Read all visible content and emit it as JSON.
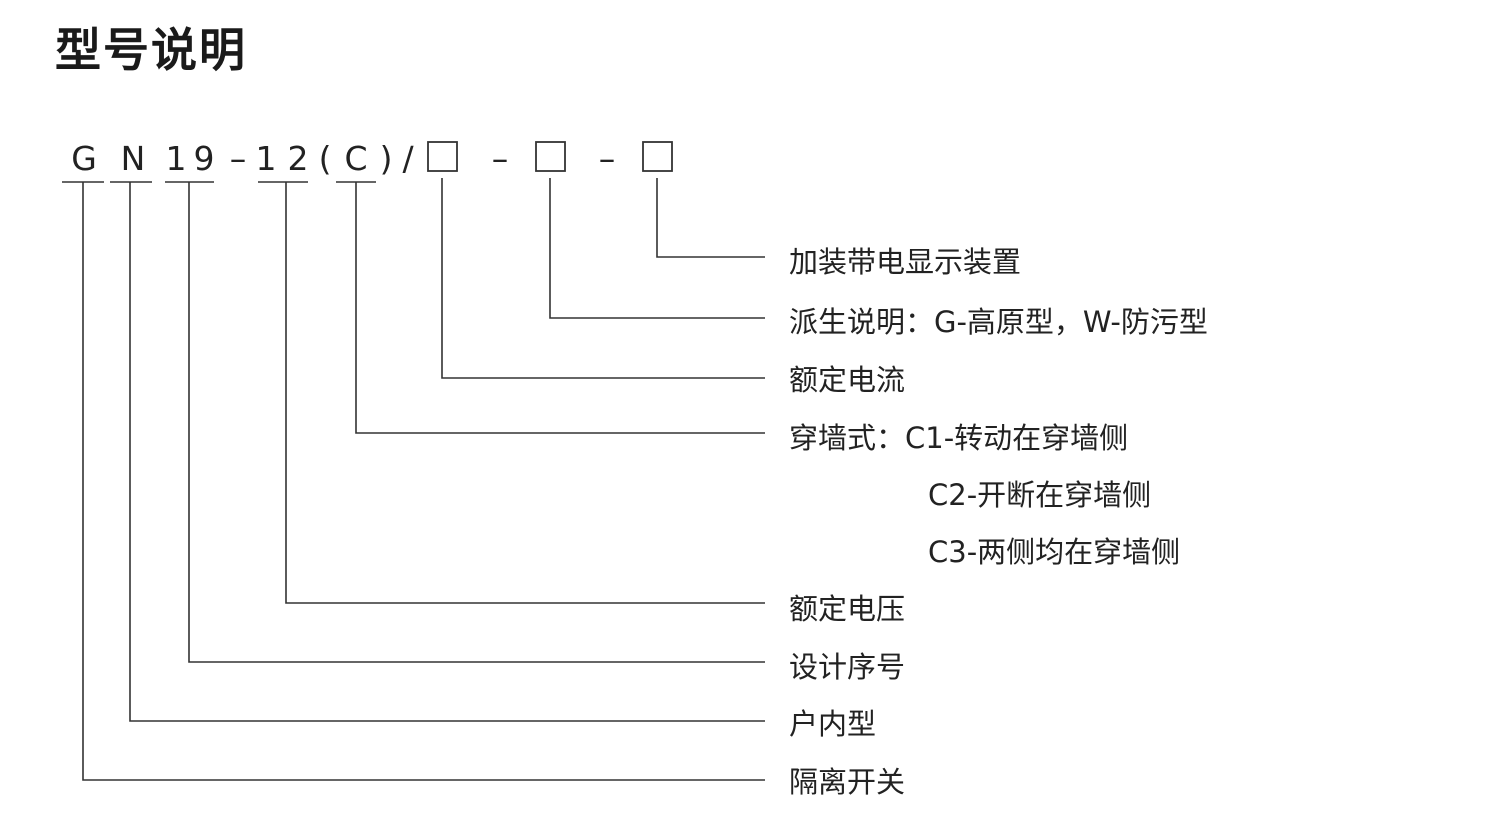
{
  "title": "型号说明",
  "model_code": {
    "chars": [
      "G",
      "N",
      "1",
      "9",
      "–",
      "1",
      "2",
      "(",
      "C",
      ")",
      "/",
      "□",
      "–",
      "□",
      "–",
      "□"
    ]
  },
  "descriptions": [
    "加装带电显示装置",
    "派生说明：G-高原型，W-防污型",
    "额定电流",
    "穿墙式：C1-转动在穿墙侧",
    "C2-开断在穿墙侧",
    "C3-两侧均在穿墙侧",
    "额定电压",
    "设计序号",
    "户内型",
    "隔离开关"
  ]
}
